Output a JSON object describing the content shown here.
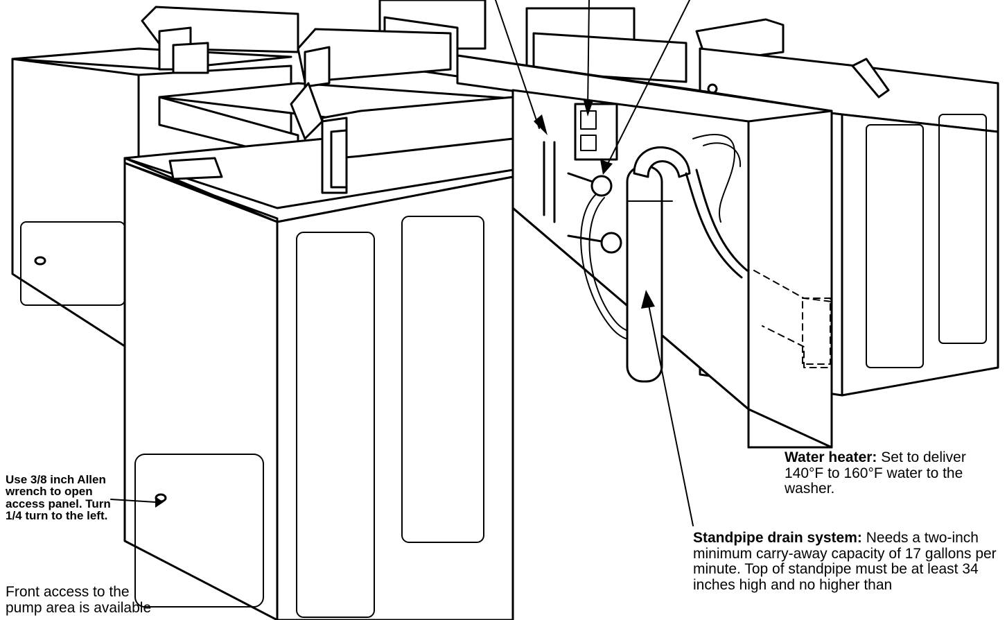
{
  "callouts": {
    "allen_wrench": "Use 3/8 inch Allen wrench to open access panel. Turn 1/4 turn to the left.",
    "water_heater": {
      "label": "Water heater:",
      "text": "Set to deliver 140°F to 160°F water to the washer."
    },
    "standpipe": {
      "label": "Standpipe drain system:",
      "text": "Needs a two-inch minimum carry-away capacity of 17 gallons per minute. Top of standpipe must be at least 34 inches high and no higher than"
    },
    "front_access": "Front access to the pump area is available"
  }
}
